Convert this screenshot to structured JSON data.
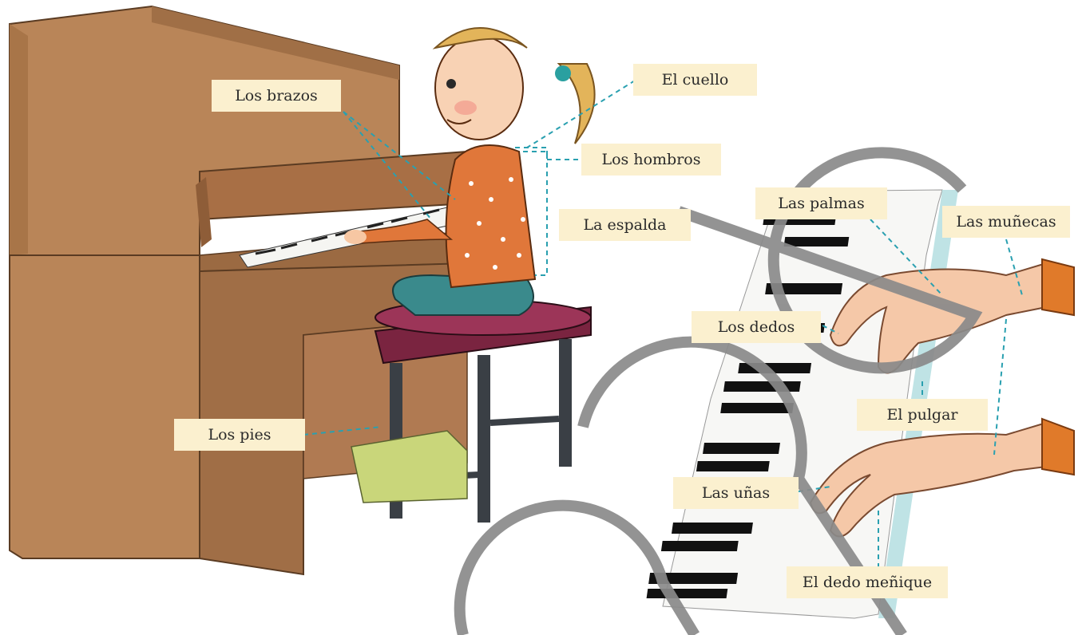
{
  "labels": {
    "brazos": "Los brazos",
    "cuello": "El cuello",
    "hombros": "Los hombros",
    "espalda": "La espalda",
    "pies": "Los pies",
    "palmas": "Las palmas",
    "munecas": "Las muñecas",
    "dedos": "Los dedos",
    "pulgar": "El pulgar",
    "unas": "Las uñas",
    "menique": "El dedo meñique"
  },
  "colors": {
    "label_bg": "#fbf0cf",
    "leader_line": "#2aa0b0",
    "piano": "#b07a52",
    "watermark": "#8a8a8a"
  }
}
